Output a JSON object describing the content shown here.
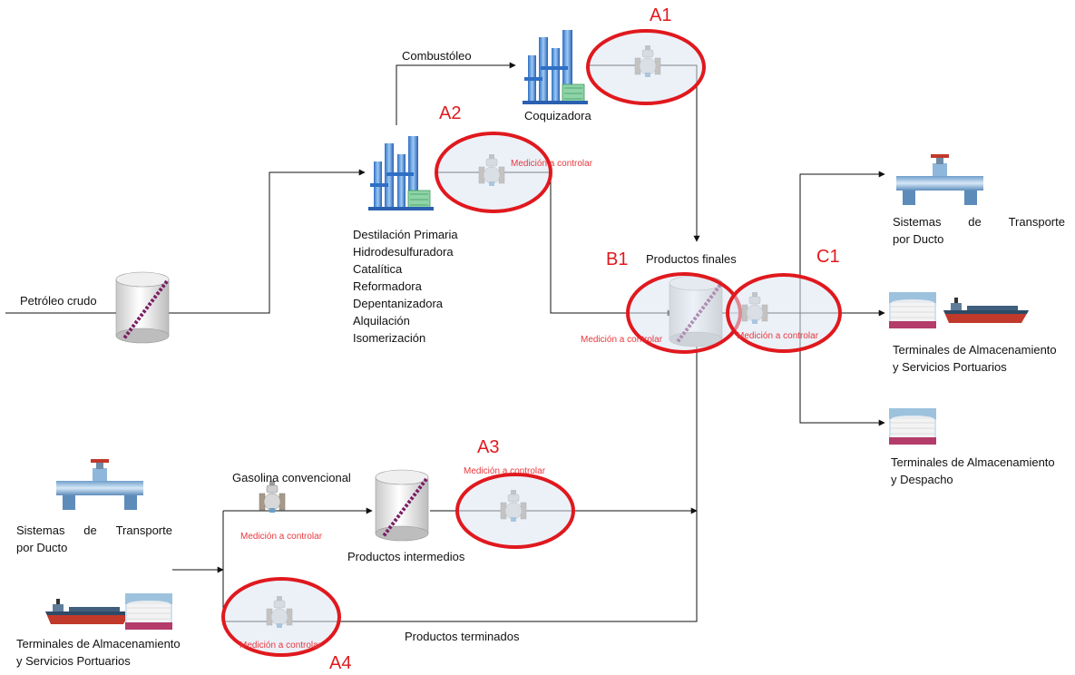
{
  "labels": {
    "combustoleo": "Combustóleo",
    "coquizadora": "Coquizadora",
    "destilacion": [
      "Destilación Primaria",
      "Hidrodesulfuradora",
      "Catalítica",
      "Reformadora",
      "Depentanizadora",
      "Alquilación",
      "Isomerización"
    ],
    "petroleo_crudo": "Petróleo crudo",
    "productos_finales": "Productos finales",
    "gasolina_convencional": "Gasolina convencional",
    "productos_intermedios": "Productos intermedios",
    "productos_terminados": "Productos terminados",
    "sistemas_transporte_l1": [
      "Sistemas",
      "de",
      "Transporte"
    ],
    "sistemas_transporte_l2": "por Ducto",
    "terminales_portuarios_l1": "Terminales de Almacenamiento",
    "terminales_portuarios_l2": "y Servicios Portuarios",
    "terminales_despacho_l1": "Terminales de Almacenamiento",
    "terminales_despacho_l2": "y Despacho"
  },
  "tags": {
    "a1": "A1",
    "a2": "A2",
    "a3": "A3",
    "a4": "A4",
    "b1": "B1",
    "c1": "C1"
  },
  "medicion": "Medición a controlar",
  "colors": {
    "marker_red": "#e0191e",
    "ellipse_fill": "#dde6f2",
    "stripe": "#7a1f63",
    "refinery_blue": "#3d7fd6",
    "pipe_blue": "#8fb7dc",
    "ship_hull": "#c0392b"
  }
}
